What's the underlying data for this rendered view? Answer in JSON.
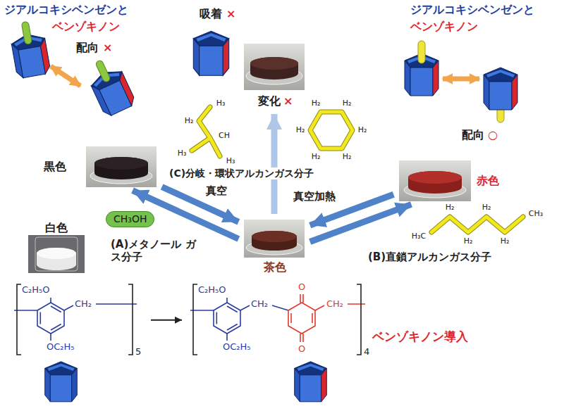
{
  "diagram": {
    "nodes": [
      {
        "text": [
          "変化",
          "×"
        ]
      },
      {
        "text": [
          "黒色"
        ]
      },
      {
        "text": [
          "赤色"
        ]
      },
      {
        "text": [
          "CH₃OH"
        ]
      },
      {
        "text": [
          "白色"
        ]
      },
      {
        "text": [
          "茶色"
        ]
      },
      {
        "text": [
          "C₂H₅O",
          "CH₂",
          "OC₂H₅",
          "5"
        ]
      },
      {
        "text": [
          "C₂H₅O",
          "CH₂",
          "OC₂H₅",
          "4",
          "O",
          "O",
          "CH₂"
        ]
      }
    ],
    "edges": [
      {
        "from": 5,
        "to": 0,
        "arrow": "to",
        "label": "(C)分岐・環状アルカンガス分子"
      },
      {
        "from": 1,
        "to": 5,
        "arrow": "to",
        "label": "真空"
      },
      {
        "from": 5,
        "to": 1,
        "arrow": "to",
        "label": "(A)メタノール ガス分子"
      },
      {
        "from": 2,
        "to": 5,
        "arrow": "to",
        "label": "真空加熱"
      },
      {
        "from": 5,
        "to": 2,
        "arrow": "to",
        "label": "(B)直鎖アルカンガス分子"
      },
      {
        "from": 6,
        "to": 7,
        "arrow": "to"
      }
    ],
    "labels": [
      "ジアルコキシベンゼンと",
      "ベンゾキノン",
      "配向",
      "×",
      "吸着",
      "×",
      "ジアルコキシベンゼンと",
      "ベンゾキノン",
      "配向",
      "○",
      "H₃",
      "H₂",
      "CH",
      "H₃",
      "H₃",
      "H₂",
      "H₂",
      "H₂",
      "H₂",
      "H₂",
      "H₂",
      "H₃C",
      "H₂",
      "H₂",
      "H₂",
      "H₂",
      "CH₃",
      "ベンゾキノン導入"
    ]
  }
}
